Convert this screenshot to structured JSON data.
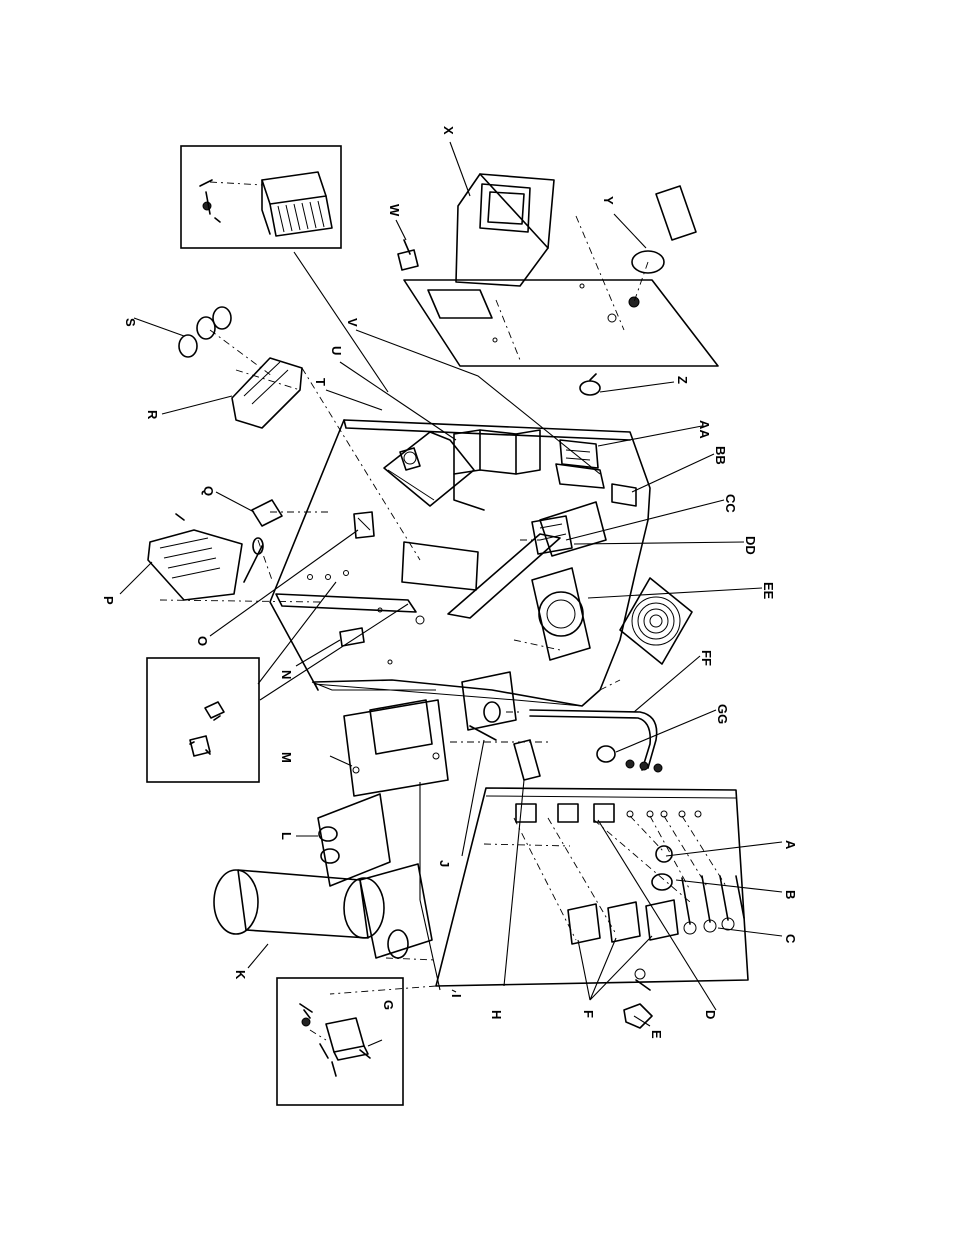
{
  "labels": {
    "A": "A",
    "B": "B",
    "C": "C",
    "D": "D",
    "E": "E",
    "F": "F",
    "G": "G",
    "H": "H",
    "I": "I",
    "J": "J",
    "K": "K",
    "L": "L",
    "M": "M",
    "N": "N",
    "O": "O",
    "P": "P",
    "Q": "Q",
    "R": "R",
    "S": "S",
    "T": "T",
    "U": "U",
    "V": "V",
    "W": "W",
    "X": "X",
    "Y": "Y",
    "Z": "Z",
    "AA": "AA",
    "BB": "BB",
    "CC": "CC",
    "DD": "DD",
    "EE": "EE",
    "FF": "FF",
    "GG": "GG"
  }
}
